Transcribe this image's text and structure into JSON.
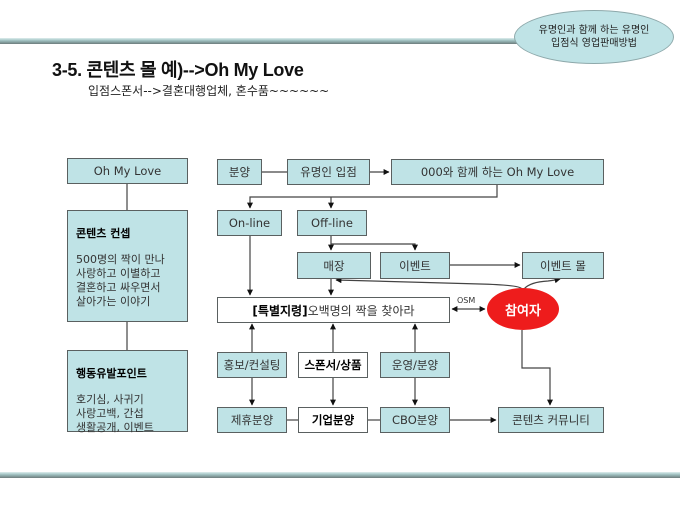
{
  "header": {
    "badge_line1": "유명인과 함께 하는 유명인",
    "badge_line2": "입점식 영업판매방법",
    "title": "3-5. 콘텐츠 몰 예)-->Oh My Love",
    "subtitle": "입점스폰서-->결혼대행업체, 혼수품~~~~~~"
  },
  "left_column": {
    "brand": "Oh My Love",
    "concept": {
      "heading": "콘텐츠 컨셉",
      "lines": [
        "500명의 짝이 만나",
        "사랑하고 이별하고",
        "결혼하고 싸우면서",
        "살아가는 이야기"
      ]
    },
    "behavior": {
      "heading": "행동유발포인트",
      "lines": [
        "호기심, 사귀기",
        "사랑고백, 간섭",
        "생활공개, 이벤트"
      ]
    }
  },
  "flow": {
    "bunyang": "분양",
    "celebrity_entry": "유명인 입점",
    "with_celebrity": "000와 함께 하는 Oh My Love",
    "online": "On-line",
    "offline": "Off-line",
    "store": "매장",
    "event": "이벤트",
    "event_mall": "이벤트 몰",
    "mission_bold": "[특별지령]",
    "mission_rest": "오백명의 짝을 찾아라",
    "osm_label": "OSM",
    "participant": "참여자",
    "promo_consulting": "홍보/컨설팅",
    "sponsor_goods": "스폰서/상품",
    "operation_bunyang": "운영/분양",
    "affiliate_bunyang": "제휴분양",
    "corporate_bunyang": "기업분양",
    "cbo_bunyang": "CBO분양",
    "content_community": "콘텐츠 커뮤니티"
  },
  "colors": {
    "box_fill": "#bfe3e6",
    "participant_fill": "#ee1c1c",
    "border": "#5a6060"
  }
}
